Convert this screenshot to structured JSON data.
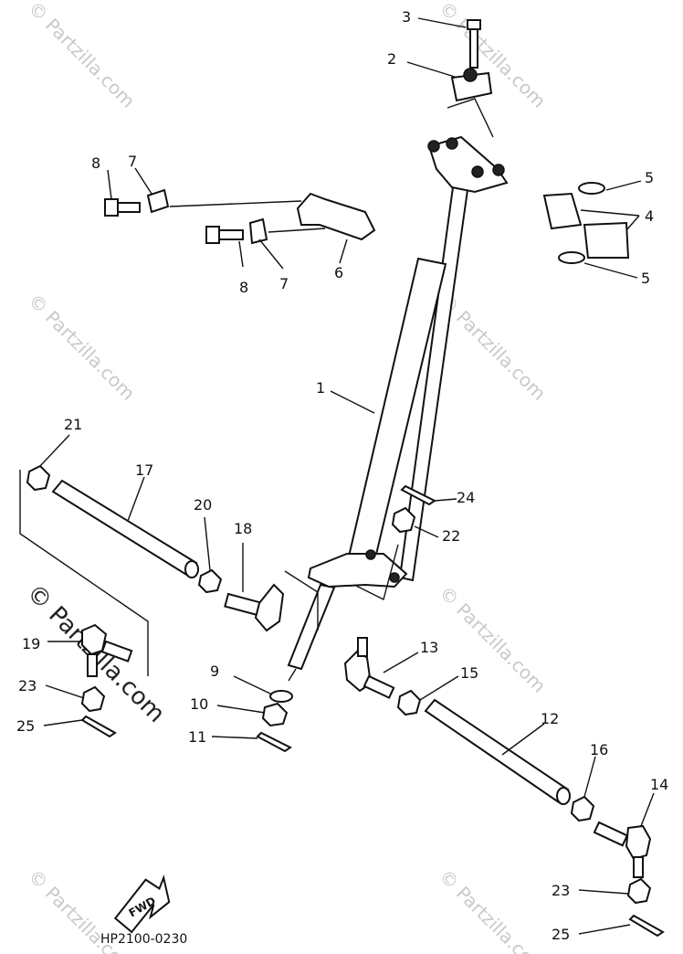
{
  "diagram": {
    "drawing_code": "HP2100-0230",
    "fwd_label": "FWD"
  },
  "watermark": {
    "text": "© Partzilla.com",
    "big_text": "© Partzilla.com"
  },
  "callouts": [
    {
      "id": "c1",
      "label": "1"
    },
    {
      "id": "c2",
      "label": "2"
    },
    {
      "id": "c3",
      "label": "3"
    },
    {
      "id": "c4",
      "label": "4"
    },
    {
      "id": "c5a",
      "label": "5"
    },
    {
      "id": "c5b",
      "label": "5"
    },
    {
      "id": "c6",
      "label": "6"
    },
    {
      "id": "c7a",
      "label": "7"
    },
    {
      "id": "c7b",
      "label": "7"
    },
    {
      "id": "c8a",
      "label": "8"
    },
    {
      "id": "c8b",
      "label": "8"
    },
    {
      "id": "c9",
      "label": "9"
    },
    {
      "id": "c10",
      "label": "10"
    },
    {
      "id": "c11",
      "label": "11"
    },
    {
      "id": "c12",
      "label": "12"
    },
    {
      "id": "c13",
      "label": "13"
    },
    {
      "id": "c14",
      "label": "14"
    },
    {
      "id": "c15",
      "label": "15"
    },
    {
      "id": "c16",
      "label": "16"
    },
    {
      "id": "c17",
      "label": "17"
    },
    {
      "id": "c18",
      "label": "18"
    },
    {
      "id": "c19",
      "label": "19"
    },
    {
      "id": "c20",
      "label": "20"
    },
    {
      "id": "c21",
      "label": "21"
    },
    {
      "id": "c22",
      "label": "22"
    },
    {
      "id": "c23a",
      "label": "23"
    },
    {
      "id": "c23b",
      "label": "23"
    },
    {
      "id": "c24",
      "label": "24"
    },
    {
      "id": "c25a",
      "label": "25"
    },
    {
      "id": "c25b",
      "label": "25"
    }
  ]
}
